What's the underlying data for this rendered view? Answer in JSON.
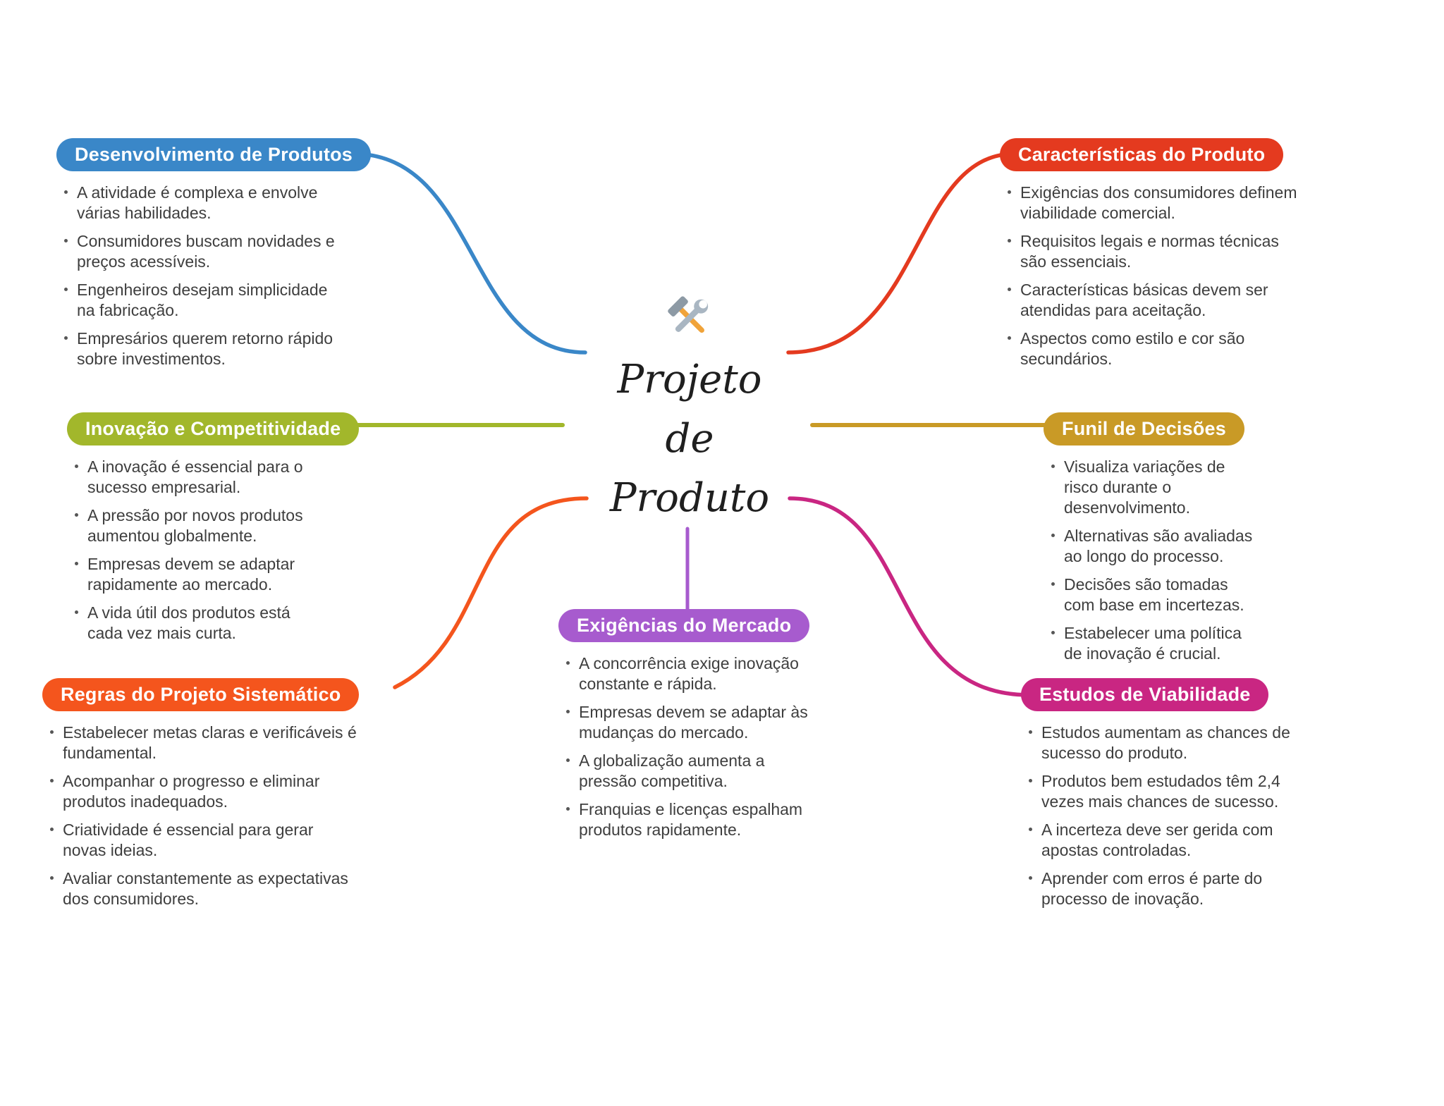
{
  "center": {
    "line1": "Projeto",
    "line2": "de",
    "line3": "Produto",
    "icon": "hammer-and-wrench-icon"
  },
  "branches": {
    "desenvolvimento": {
      "title": "Desenvolvimento de Produtos",
      "color": "#3A87C8",
      "bullets": [
        "A atividade é complexa e envolve várias habilidades.",
        "Consumidores buscam novidades e preços acessíveis.",
        "Engenheiros desejam simplicidade na fabricação.",
        "Empresários querem retorno rápido sobre investimentos."
      ]
    },
    "inovacao": {
      "title": "Inovação e Competitividade",
      "color": "#A2B72B",
      "bullets": [
        "A inovação é essencial para o sucesso empresarial.",
        "A pressão por novos produtos aumentou globalmente.",
        "Empresas devem se adaptar rapidamente ao mercado.",
        "A vida útil dos produtos está cada vez mais curta."
      ]
    },
    "regras": {
      "title": "Regras do Projeto Sistemático",
      "color": "#F4551D",
      "bullets": [
        "Estabelecer metas claras e verificáveis é fundamental.",
        "Acompanhar o progresso e eliminar produtos inadequados.",
        "Criatividade é essencial para gerar novas ideias.",
        "Avaliar constantemente as expectativas dos consumidores."
      ]
    },
    "caracteristicas": {
      "title": "Características do Produto",
      "color": "#E43A1F",
      "bullets": [
        "Exigências dos consumidores definem viabilidade comercial.",
        "Requisitos legais e normas técnicas são essenciais.",
        "Características básicas devem ser atendidas para aceitação.",
        "Aspectos como estilo e cor são secundários."
      ]
    },
    "funil": {
      "title": "Funil de Decisões",
      "color": "#C99A26",
      "bullets": [
        "Visualiza variações de risco durante o desenvolvimento.",
        "Alternativas são avaliadas ao longo do processo.",
        "Decisões são tomadas com base em incertezas.",
        "Estabelecer uma política de inovação é crucial."
      ]
    },
    "viabilidade": {
      "title": "Estudos de Viabilidade",
      "color": "#C92682",
      "bullets": [
        "Estudos aumentam as chances de sucesso do produto.",
        "Produtos bem estudados têm 2,4 vezes mais chances de sucesso.",
        "A incerteza deve ser gerida com apostas controladas.",
        "Aprender com erros é parte do processo de inovação."
      ]
    },
    "mercado": {
      "title": "Exigências do Mercado",
      "color": "#A75BCE",
      "bullets": [
        "A concorrência exige inovação constante e rápida.",
        "Empresas devem se adaptar às mudanças do mercado.",
        "A globalização aumenta a pressão competitiva.",
        "Franquias e licenças espalham produtos rapidamente."
      ]
    }
  }
}
